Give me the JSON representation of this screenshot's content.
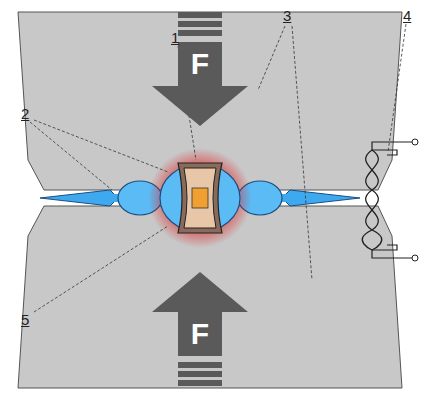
{
  "diagram": {
    "nodes": [
      {
        "text": [
          "F"
        ]
      },
      {
        "text": [
          "F"
        ]
      }
    ],
    "labels": [
      "1",
      "2",
      "3",
      "4",
      "5"
    ]
  }
}
